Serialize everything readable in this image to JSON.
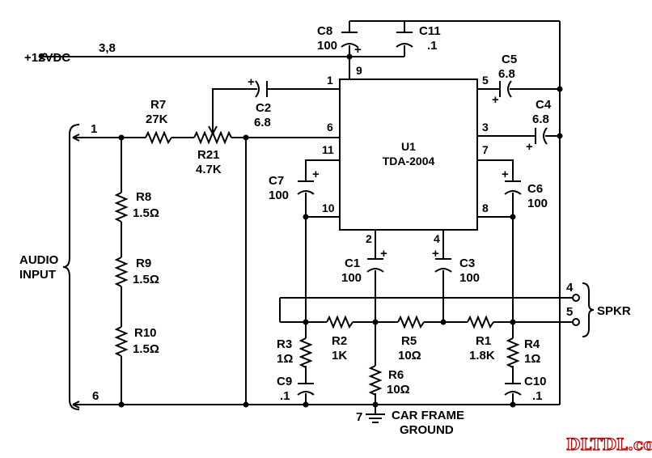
{
  "supply": {
    "label": "+12VDC",
    "pins": "3,8"
  },
  "chip": {
    "ref": "U1",
    "part": "TDA-2004"
  },
  "pins": {
    "p1": "1",
    "p2": "2",
    "p3": "3",
    "p4": "4",
    "p5": "5",
    "p6": "6",
    "p7": "7",
    "p8": "8",
    "p9": "9",
    "p10": "10",
    "p11": "11"
  },
  "input": {
    "label_line1": "AUDIO",
    "label_line2": "INPUT",
    "pin_top": "1",
    "pin_bottom": "6"
  },
  "ground": {
    "pin": "7",
    "label_line1": "CAR FRAME",
    "label_line2": "GROUND"
  },
  "speaker": {
    "label": "SPKR",
    "pin_a": "4",
    "pin_b": "5"
  },
  "components": {
    "C8": {
      "ref": "C8",
      "value": "100"
    },
    "C11": {
      "ref": "C11",
      "value": ".1"
    },
    "C5": {
      "ref": "C5",
      "value": "6.8"
    },
    "C4": {
      "ref": "C4",
      "value": "6.8"
    },
    "C2": {
      "ref": "C2",
      "value": "6.8"
    },
    "R7": {
      "ref": "R7",
      "value": "27K"
    },
    "R21": {
      "ref": "R21",
      "value": "4.7K"
    },
    "R8": {
      "ref": "R8",
      "value": "1.5Ω"
    },
    "R9": {
      "ref": "R9",
      "value": "1.5Ω"
    },
    "R10": {
      "ref": "R10",
      "value": "1.5Ω"
    },
    "C7": {
      "ref": "C7",
      "value": "100"
    },
    "C6": {
      "ref": "C6",
      "value": "100"
    },
    "C1": {
      "ref": "C1",
      "value": "100"
    },
    "C3": {
      "ref": "C3",
      "value": "100"
    },
    "R3": {
      "ref": "R3",
      "value": "1Ω"
    },
    "R2": {
      "ref": "R2",
      "value": "1K"
    },
    "R5": {
      "ref": "R5",
      "value": "10Ω"
    },
    "R1": {
      "ref": "R1",
      "value": "1.8K"
    },
    "R4": {
      "ref": "R4",
      "value": "1Ω"
    },
    "R6": {
      "ref": "R6",
      "value": "10Ω"
    },
    "C9": {
      "ref": "C9",
      "value": ".1"
    },
    "C10": {
      "ref": "C10",
      "value": ".1"
    }
  },
  "polarity_mark": "+",
  "watermark": "DLTDL.com"
}
